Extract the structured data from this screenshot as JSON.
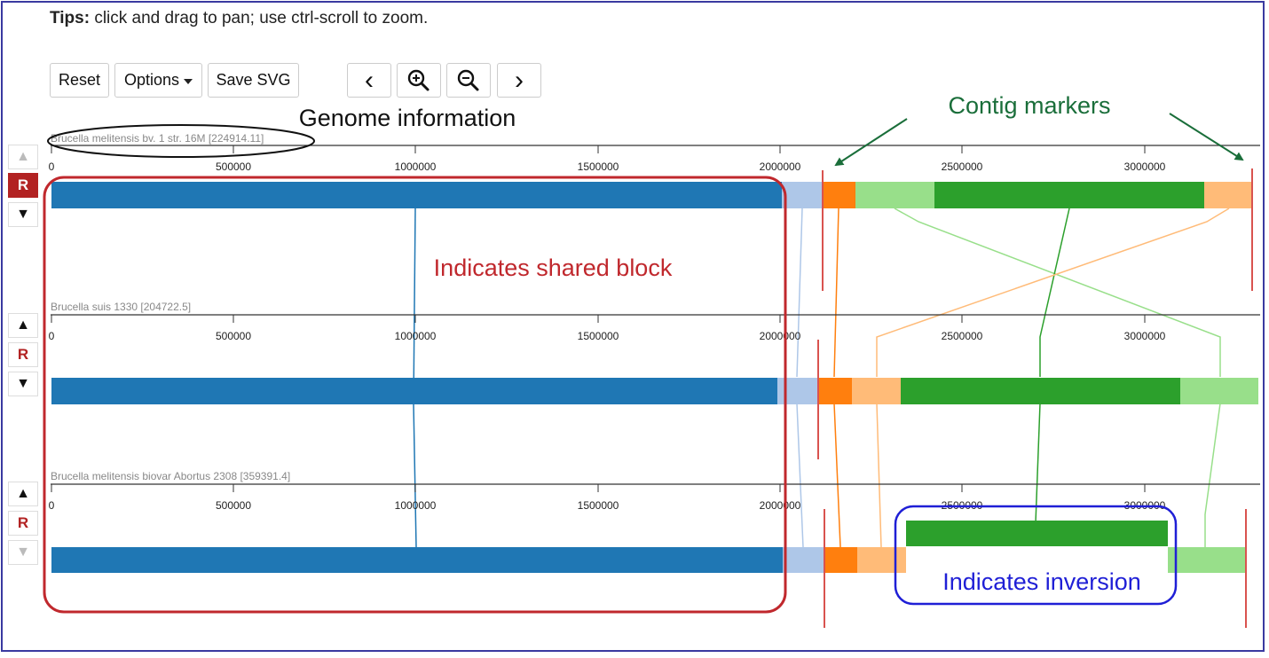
{
  "tips": {
    "label": "Tips:",
    "text": " click and drag to pan; use ctrl-scroll to zoom."
  },
  "toolbar": {
    "reset": "Reset",
    "options": "Options",
    "save_svg": "Save SVG",
    "prev": "‹",
    "zoom_in_icon": "zoom-in-icon",
    "zoom_out_icon": "zoom-out-icon",
    "next": "›"
  },
  "side_controls": [
    {
      "up": "▲",
      "r": "R",
      "down": "▼",
      "up_enabled": false,
      "down_enabled": true,
      "r_active": true
    },
    {
      "up": "▲",
      "r": "R",
      "down": "▼",
      "up_enabled": true,
      "down_enabled": true,
      "r_active": false
    },
    {
      "up": "▲",
      "r": "R",
      "down": "▼",
      "up_enabled": true,
      "down_enabled": false,
      "r_active": false
    }
  ],
  "genomes": [
    {
      "label": "Brucella melitensis bv. 1 str. 16M [224914.11]"
    },
    {
      "label": "Brucella suis 1330 [204722.5]"
    },
    {
      "label": "Brucella melitensis biovar Abortus 2308 [359391.4]"
    }
  ],
  "axis_ticks": [
    "0",
    "500000",
    "1000000",
    "1500000",
    "2000000",
    "2500000",
    "3000000"
  ],
  "annotations": {
    "genome_information": "Genome information",
    "contig_markers": "Contig markers",
    "shared_block": "Indicates shared block",
    "inversion": "Indicates inversion"
  },
  "colors": {
    "blue": "#1f77b4",
    "light_blue": "#aec7e8",
    "orange": "#ff7f0e",
    "light_orange": "#ffbb78",
    "green": "#2ca02c",
    "light_green": "#98df8a",
    "contig_marker": "#d9534f",
    "annotation_red": "#c0282d",
    "annotation_green": "#1a6e3a",
    "annotation_blue": "#1f1fd6"
  }
}
